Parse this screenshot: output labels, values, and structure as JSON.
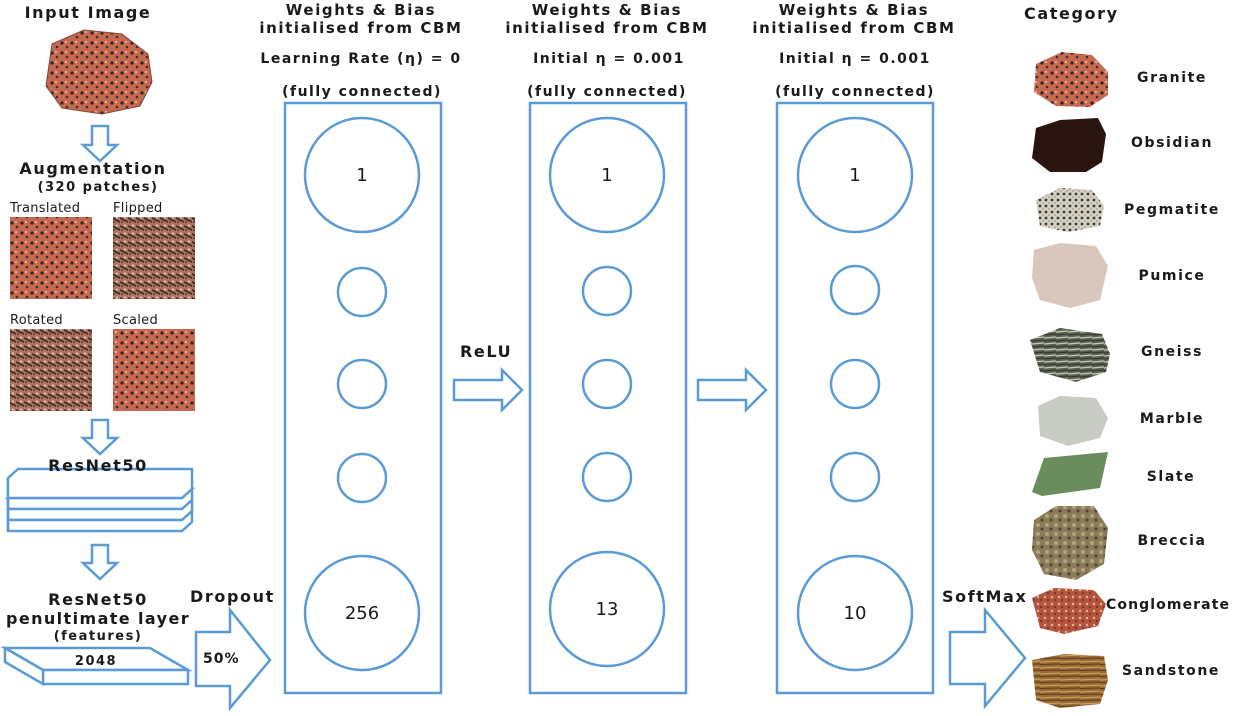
{
  "input": {
    "title": "Input Image",
    "augmentation_title": "Augmentation",
    "augmentation_subtitle": "(320 patches)",
    "patches": [
      "Translated",
      "Flipped",
      "Rotated",
      "Scaled"
    ]
  },
  "resnet": {
    "title": "ResNet50",
    "penultimate_title": "ResNet50",
    "penultimate_subtitle": "penultimate layer",
    "features_label": "(features)",
    "feature_size": "2048"
  },
  "operations": {
    "dropout": "Dropout",
    "dropout_rate": "50%",
    "relu": "ReLU",
    "softmax": "SoftMax"
  },
  "layers": [
    {
      "header_line1": "Weights & Bias",
      "header_line2": "initialised from CBM",
      "rate": "Learning Rate (η) = 0",
      "type": "(fully connected)",
      "nodes": [
        "1",
        "256"
      ]
    },
    {
      "header_line1": "Weights & Bias",
      "header_line2": "initialised from CBM",
      "rate": "Initial η  = 0.001",
      "type": "(fully connected)",
      "nodes": [
        "1",
        "13"
      ]
    },
    {
      "header_line1": "Weights & Bias",
      "header_line2": "initialised from CBM",
      "rate": "Initial η  = 0.001",
      "type": "(fully connected)",
      "nodes": [
        "1",
        "10"
      ]
    }
  ],
  "category": {
    "title": "Category",
    "items": [
      "Granite",
      "Obsidian",
      "Pegmatite",
      "Pumice",
      "Gneiss",
      "Marble",
      "Slate",
      "Breccia",
      "Conglomerate",
      "Sandstone"
    ]
  },
  "colors": {
    "outline": "#5b9bd5",
    "arrow_fill": "#ffffff",
    "text": "#1a1a1a"
  }
}
